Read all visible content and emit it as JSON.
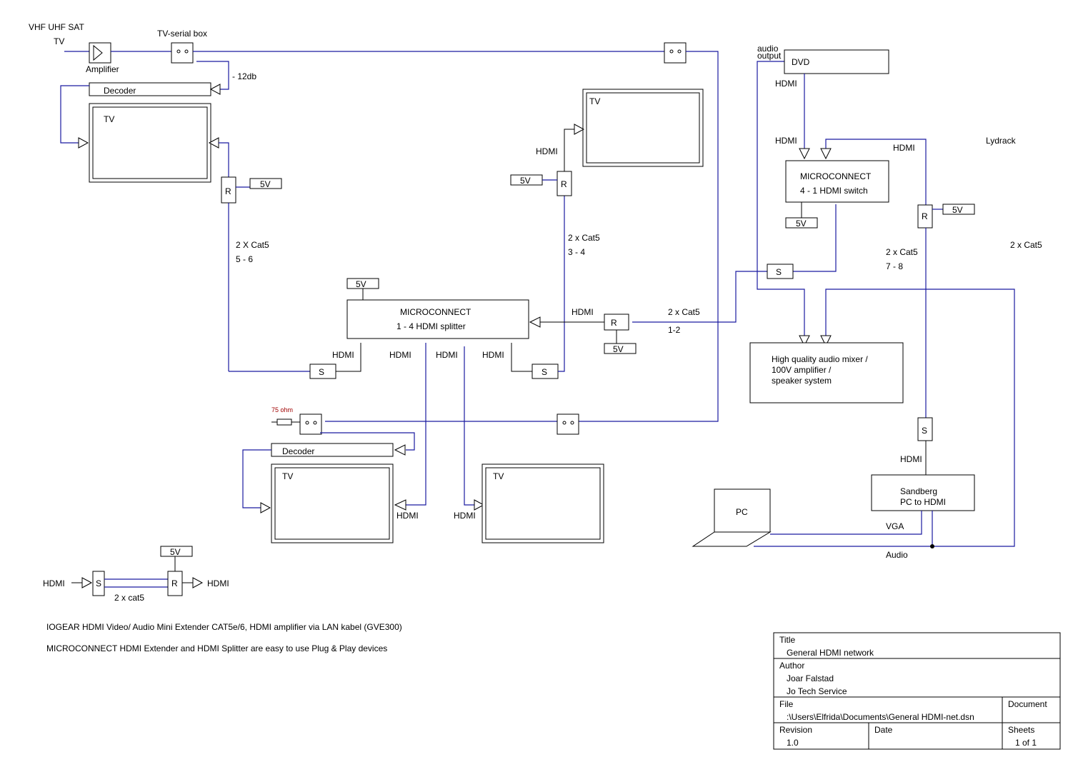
{
  "labels": {
    "vhf": "VHF UHF SAT",
    "tv_top": "TV",
    "amplifier": "Amplifier",
    "tv_serial_box": "TV-serial box",
    "minus_12db": "- 12db",
    "decoder1": "Decoder",
    "tv1": "TV",
    "fiveV": "5V",
    "r": "R",
    "s": "S",
    "two_x_cat5_56_a": "2 X Cat5",
    "two_x_cat5_56_b": "5 - 6",
    "two_x_cat5_34_a": "2 x Cat5",
    "two_x_cat5_34_b": "3 - 4",
    "two_x_cat5_12_a": "2 x Cat5",
    "two_x_cat5_12_b": "1-2",
    "two_x_cat5_78_a": "2 x Cat5",
    "two_x_cat5_78_b": "7 - 8",
    "two_x_cat5_right": "2 x Cat5",
    "hdmi": "HDMI",
    "tv2": "TV",
    "splitter_a": "MICROCONNECT",
    "splitter_b": "1 - 4 HDMI splitter",
    "switch_a": "MICROCONNECT",
    "switch_b": "4 - 1 HDMI switch",
    "audio_output_a": "audio",
    "audio_output_b": "output",
    "dvd": "DVD",
    "lydrack": "Lydrack",
    "mixer_a": "High quality audio mixer /",
    "mixer_b": "100V amplifier /",
    "mixer_c": "speaker system",
    "ohm": "75 ohm",
    "decoder2": "Decoder",
    "tv3": "TV",
    "tv4": "TV",
    "pc": "PC",
    "sandberg_a": "Sandberg",
    "sandberg_b": "PC to HDMI",
    "vga": "VGA",
    "audio": "Audio",
    "legend_cat5": "2 x cat5",
    "note1": "IOGEAR HDMI Video/ Audio Mini Extender CAT5e/6, HDMI amplifier via LAN kabel (GVE300)",
    "note2": "MICROCONNECT  HDMI Extender  and HDMI Splitter are easy to use Plug & Play devices"
  },
  "title_block": {
    "title_label": "Title",
    "title_value": "General HDMI network",
    "author_label": "Author",
    "author_value1": "Joar Falstad",
    "author_value2": "Jo Tech Service",
    "file_label": "File",
    "file_value": ":\\Users\\Elfrida\\Documents\\General HDMI-net.dsn",
    "document_label": "Document",
    "revision_label": "Revision",
    "revision_value": "1.0",
    "date_label": "Date",
    "sheets_label": "Sheets",
    "sheets_value": "1 of 1"
  }
}
